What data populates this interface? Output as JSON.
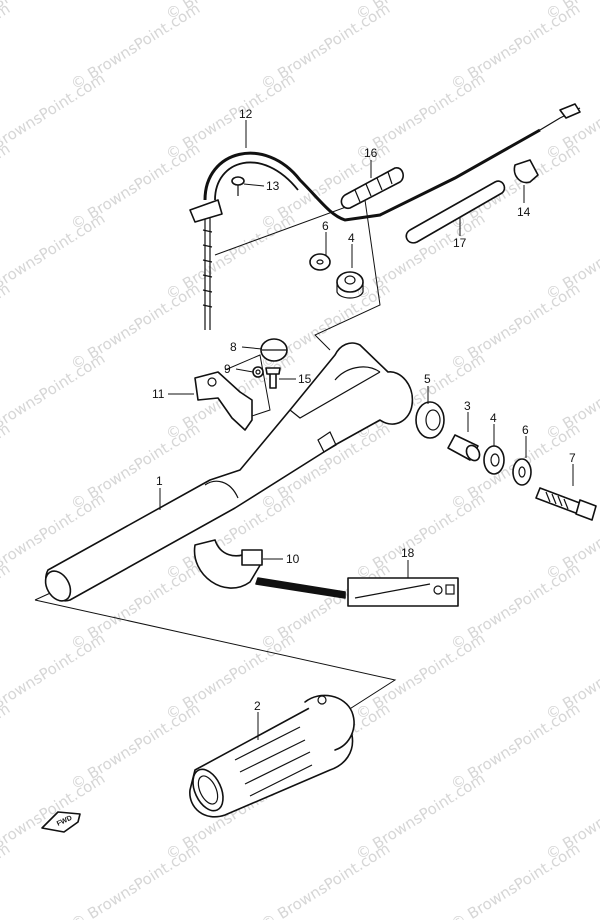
{
  "watermark": {
    "text": "© BrownsPoint.com"
  },
  "fwd_label": "FWD",
  "callouts": [
    {
      "id": "c1",
      "label": "1"
    },
    {
      "id": "c2",
      "label": "2"
    },
    {
      "id": "c3",
      "label": "3"
    },
    {
      "id": "c4a",
      "label": "4"
    },
    {
      "id": "c4b",
      "label": "4"
    },
    {
      "id": "c5",
      "label": "5"
    },
    {
      "id": "c6a",
      "label": "6"
    },
    {
      "id": "c6b",
      "label": "6"
    },
    {
      "id": "c7",
      "label": "7"
    },
    {
      "id": "c8",
      "label": "8"
    },
    {
      "id": "c9",
      "label": "9"
    },
    {
      "id": "c10",
      "label": "10"
    },
    {
      "id": "c11",
      "label": "11"
    },
    {
      "id": "c12",
      "label": "12"
    },
    {
      "id": "c13",
      "label": "13"
    },
    {
      "id": "c14",
      "label": "14"
    },
    {
      "id": "c15",
      "label": "15"
    },
    {
      "id": "c16",
      "label": "16"
    },
    {
      "id": "c17",
      "label": "17"
    },
    {
      "id": "c18",
      "label": "18"
    }
  ]
}
